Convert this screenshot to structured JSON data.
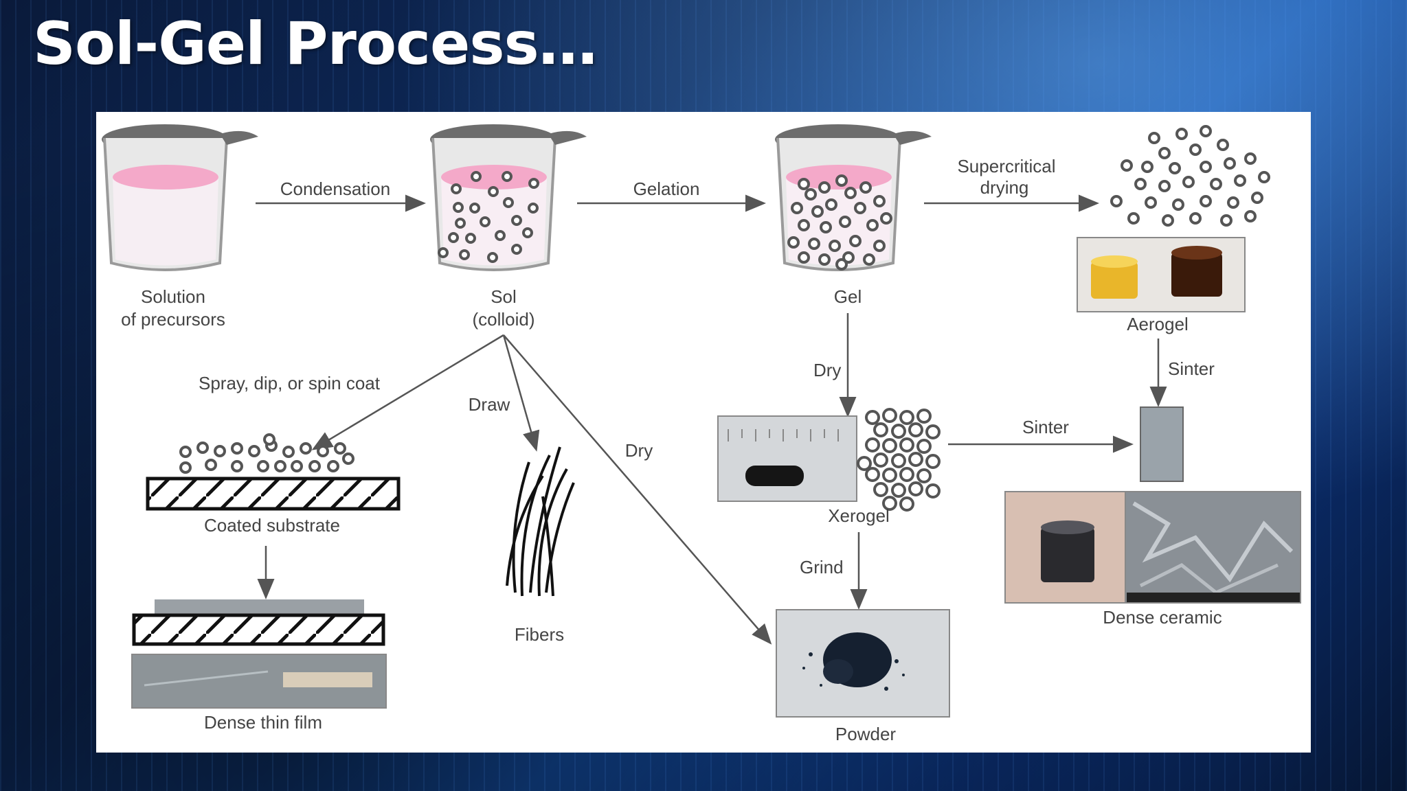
{
  "title": "Sol-Gel Process…",
  "diagram": {
    "beakers": {
      "solution": "Solution",
      "solution_sub": "of precursors",
      "sol": "Sol",
      "sol_sub": "(colloid)",
      "gel": "Gel"
    },
    "steps": {
      "condensation": "Condensation",
      "gelation": "Gelation",
      "supercritical_1": "Supercritical",
      "supercritical_2": "drying",
      "spray": "Spray, dip, or spin coat",
      "draw": "Draw",
      "dry_sol": "Dry",
      "dry_gel": "Dry",
      "sinter_aerogel": "Sinter",
      "sinter_xerogel": "Sinter",
      "grind": "Grind"
    },
    "products": {
      "aerogel": "Aerogel",
      "xerogel": "Xerogel",
      "coated_substrate": "Coated substrate",
      "dense_thin_film": "Dense thin film",
      "fibers": "Fibers",
      "powder": "Powder",
      "dense_ceramic": "Dense ceramic"
    },
    "colors": {
      "solution_pink": "#f4a9c9",
      "particle": "#666666",
      "beaker_rim": "#6d6d6d",
      "arrow": "#555555"
    }
  }
}
